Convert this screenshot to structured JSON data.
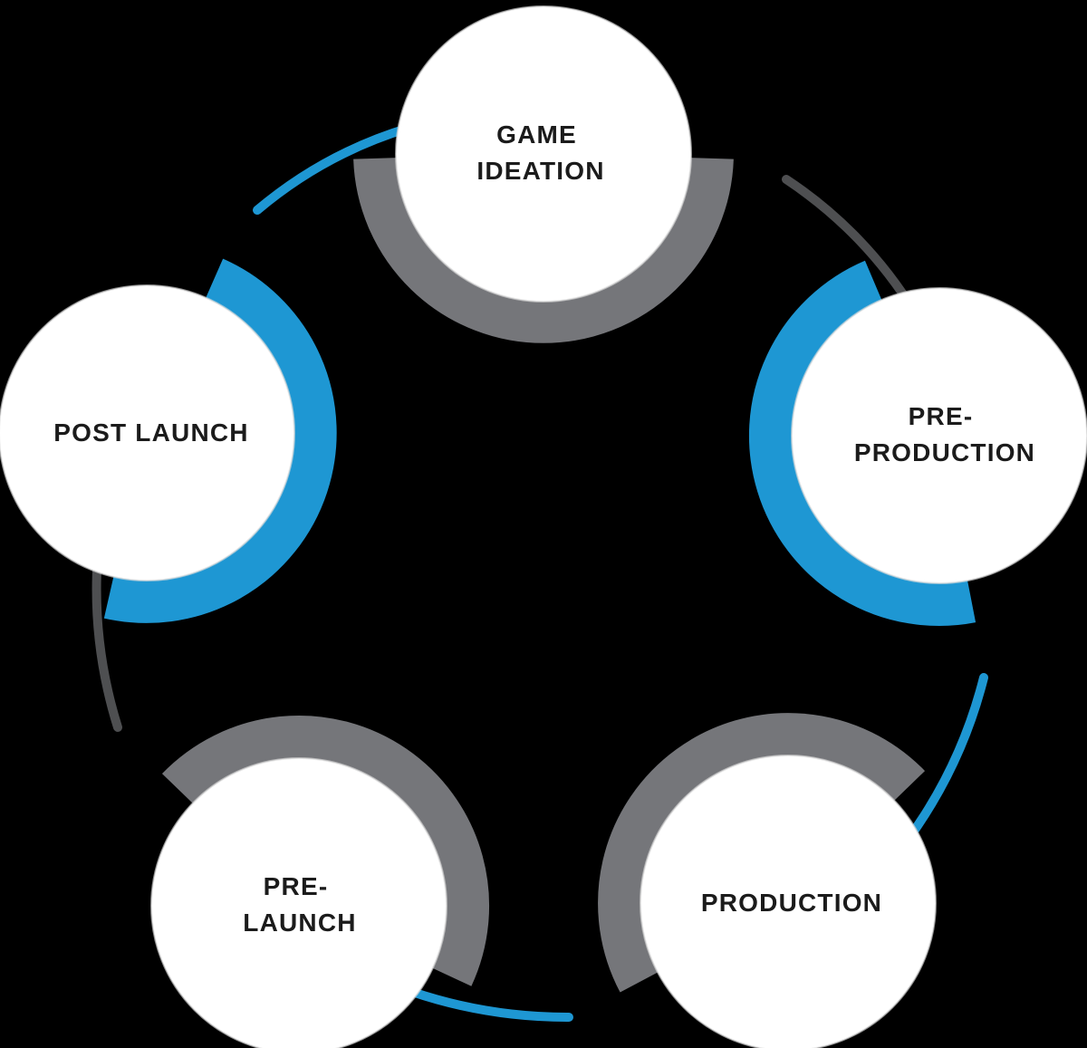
{
  "colors": {
    "background": "#000000",
    "blue": "#1e97d3",
    "gray": "#75767a",
    "dark_connector": "#4e4f51",
    "circle_fill": "#ffffff",
    "circle_rim": "#d9d9d9",
    "label_text": "#1b1b1b"
  },
  "nodes": [
    {
      "id": "game-ideation",
      "label": "GAME IDEATION",
      "lines": [
        "GAME",
        "IDEATION"
      ],
      "arc_color": "gray"
    },
    {
      "id": "pre-production",
      "label": "PRE-PRODUCTION",
      "lines": [
        "PRE-",
        "PRODUCTION"
      ],
      "arc_color": "blue"
    },
    {
      "id": "production",
      "label": "PRODUCTION",
      "lines": [
        "PRODUCTION"
      ],
      "arc_color": "gray"
    },
    {
      "id": "pre-launch",
      "label": "PRE-LAUNCH",
      "lines": [
        "PRE-",
        "LAUNCH"
      ],
      "arc_color": "gray"
    },
    {
      "id": "post-launch",
      "label": "POST LAUNCH",
      "lines": [
        "POST LAUNCH"
      ],
      "arc_color": "blue"
    }
  ]
}
